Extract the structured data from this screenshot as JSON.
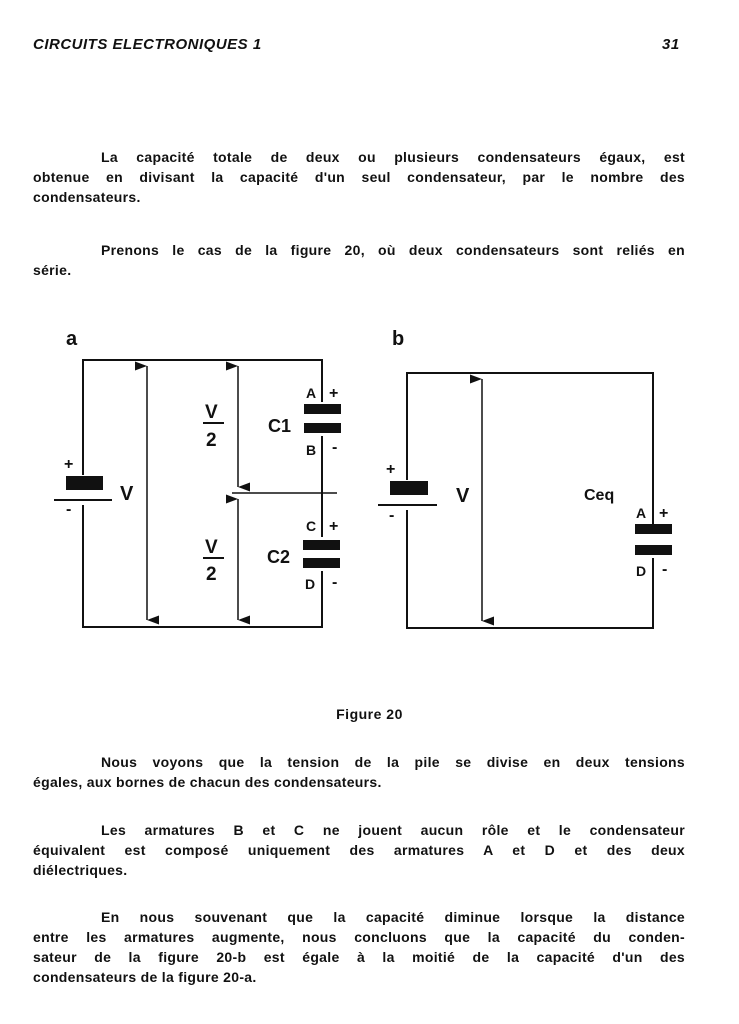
{
  "header": {
    "title": "CIRCUITS ELECTRONIQUES 1",
    "page_number": "31"
  },
  "paragraphs": [
    [
      "La capacité totale de deux ou plusieurs condensateurs égaux, est",
      "obtenue en divisant la capacité d'un seul condensateur, par le nombre des",
      "condensateurs."
    ],
    [
      "Prenons le cas de la figure 20, où deux condensateurs sont reliés en",
      "série."
    ],
    [
      "Nous voyons que la tension de la pile se divise en deux tensions",
      "égales, aux bornes de chacun des condensateurs."
    ],
    [
      "Les armatures B et C ne jouent aucun rôle et le condensateur",
      "équivalent est composé uniquement des armatures A et D et des deux",
      "diélectriques."
    ],
    [
      "En nous souvenant que la capacité diminue lorsque la distance",
      "entre les armatures augmente, nous concluons que la capacité du conden-",
      "sateur de la figure 20-b est égale à la moitié de la capacité d'un des",
      "condensateurs de la figure 20-a."
    ]
  ],
  "figure": {
    "caption": "Figure 20",
    "panel_a": {
      "label": "a",
      "voltage": "V",
      "half_num": "V",
      "half_den": "2",
      "c1": "C1",
      "c2": "C2",
      "plates": [
        "A",
        "B",
        "C",
        "D"
      ],
      "plus": "+",
      "minus": "-"
    },
    "panel_b": {
      "label": "b",
      "voltage": "V",
      "ceq": "Ceq",
      "plates": [
        "A",
        "D"
      ],
      "plus": "+",
      "minus": "-"
    }
  }
}
